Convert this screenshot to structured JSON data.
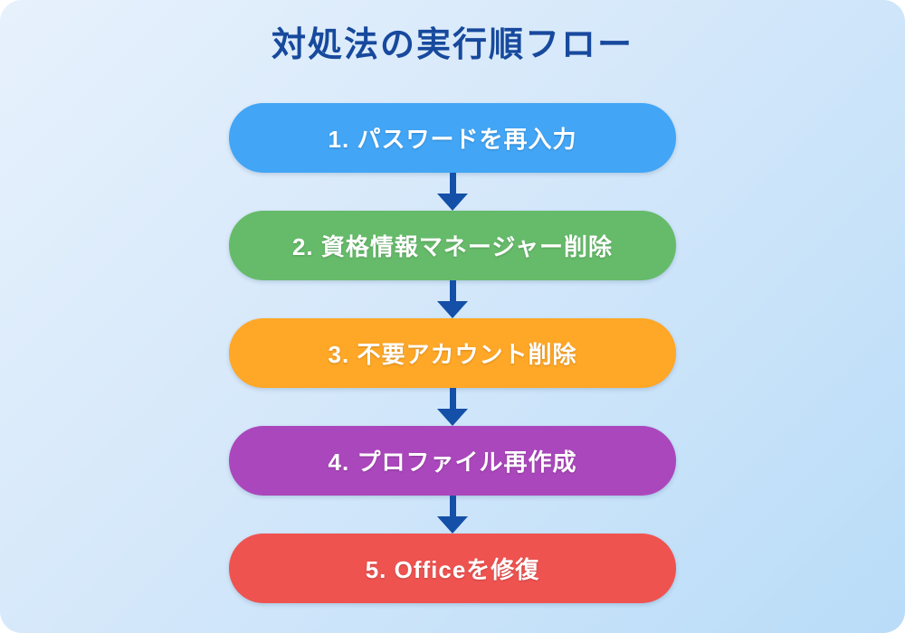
{
  "title": "対処法の実行順フロー",
  "flow": {
    "type": "flowchart-vertical",
    "arrow_color": "#1450a8",
    "steps": [
      {
        "label": "1. パスワードを再入力",
        "color": "#42a5f5"
      },
      {
        "label": "2. 資格情報マネージャー削除",
        "color": "#66bb6a"
      },
      {
        "label": "3. 不要アカウント削除",
        "color": "#ffa726"
      },
      {
        "label": "4. プロファイル再作成",
        "color": "#ab47bc"
      },
      {
        "label": "5. Officeを修復",
        "color": "#ef5350"
      }
    ]
  },
  "colors": {
    "title": "#17499d",
    "text_on_steps": "#ffffff",
    "background_start": "#e7f1fc",
    "background_end": "#b9dcf8"
  }
}
